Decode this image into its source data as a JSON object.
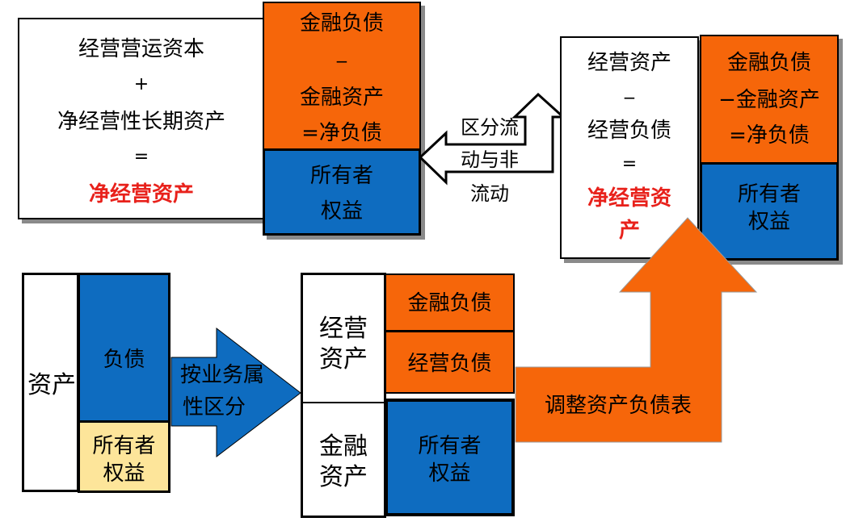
{
  "top_left": {
    "line1": "经营营运资本",
    "op_plus": "+",
    "line2": "净经营性长期资产",
    "op_eq": "=",
    "result": "净经营资产",
    "fin_liab": "金融负债",
    "minus": "−",
    "fin_assets": "金融资产",
    "net_debt": "=净负债",
    "equity_1": "所有者",
    "equity_2": "权益"
  },
  "middle_label": {
    "line1": "区分流",
    "line2": "动与非",
    "line3": "流动"
  },
  "top_right": {
    "op_assets": "经营资产",
    "minus": "−",
    "op_liab": "经营负债",
    "eq": "=",
    "result_1": "净经营资",
    "result_2": "产",
    "fin_liab": "金融负债",
    "fin_assets": "−金融资产",
    "net_debt": "=净负债",
    "equity_1": "所有者",
    "equity_2": "权益"
  },
  "bottom_left": {
    "assets": "资产",
    "liabilities": "负债",
    "equity_1": "所有者",
    "equity_2": "权益",
    "arrow_1": "按业务属",
    "arrow_2": "性区分"
  },
  "bottom_mid": {
    "op_assets_1": "经营",
    "op_assets_2": "资产",
    "fin_assets_1": "金融",
    "fin_assets_2": "资产",
    "fin_liab": "金融负债",
    "op_liab": "经营负债",
    "equity_1": "所有者",
    "equity_2": "权益"
  },
  "big_arrow": {
    "label": "调整资产负债表"
  },
  "colors": {
    "orange": "#f6660a",
    "blue": "#0e6cc0",
    "yellow": "#fde59a",
    "red": "#e8211b"
  }
}
